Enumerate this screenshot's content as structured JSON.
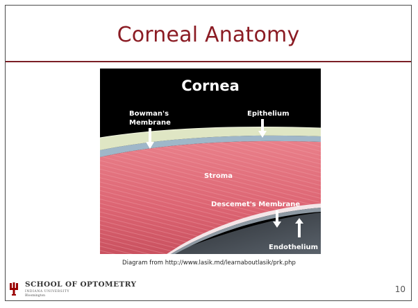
{
  "slide": {
    "title": "Corneal Anatomy",
    "caption": "Diagram from http://www.lasik.md/learnaboutlasik/prk.php",
    "page_number": "10"
  },
  "figure": {
    "title": "Cornea",
    "labels": {
      "bowmans_line1": "Bowman's",
      "bowmans_line2": "Membrane",
      "epithelium": "Epithelium",
      "stroma": "Stroma",
      "descemets": "Descemet's Membrane",
      "endothelium": "Endothelium"
    },
    "colors": {
      "background": "#000000",
      "epithelium": "#dfe6c4",
      "bowmans": "#9fb7c9",
      "stroma": "#e06b78",
      "descemets": "#f2e2e4",
      "endothelium": "#7f8b96",
      "chamber": "#3d434a"
    }
  },
  "footer": {
    "school": "SCHOOL OF OPTOMETRY",
    "university": "INDIANA UNIVERSITY",
    "campus": "Bloomington",
    "brand_color": "#990000"
  }
}
